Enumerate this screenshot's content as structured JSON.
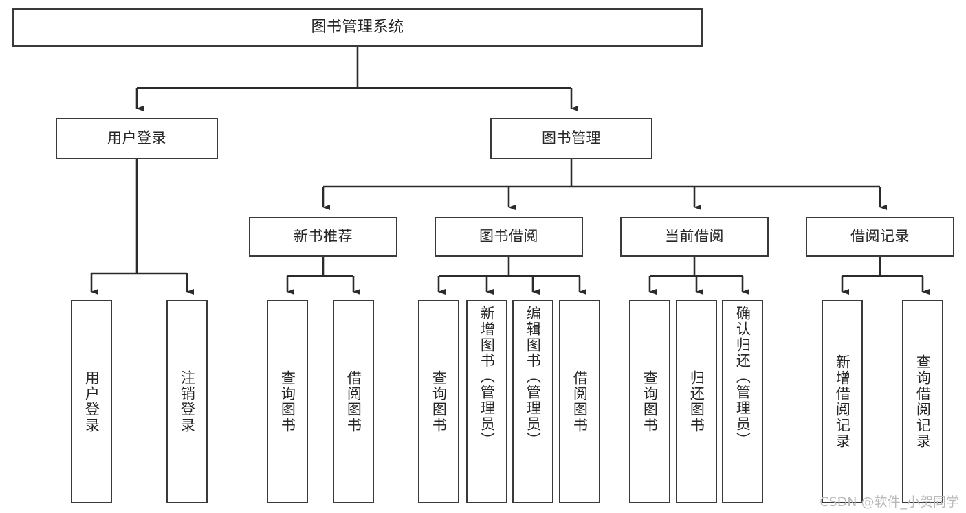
{
  "diagram": {
    "title": "图书管理系统",
    "type": "tree-hierarchy-diagram",
    "colors": {
      "box_border": "#3a3a3a",
      "box_fill": "#ffffff",
      "connector": "#2b2b2b",
      "text": "#262626",
      "watermark": "#b9b9b9",
      "background": "#ffffff"
    },
    "root": {
      "label": "图书管理系统"
    },
    "level2": [
      {
        "label": "用户登录"
      },
      {
        "label": "图书管理"
      }
    ],
    "level3": [
      {
        "label": "新书推荐"
      },
      {
        "label": "图书借阅"
      },
      {
        "label": "当前借阅"
      },
      {
        "label": "借阅记录"
      }
    ],
    "leaves": {
      "user_login": [
        {
          "label": "用户登录"
        },
        {
          "label": "注销登录"
        }
      ],
      "new_book_recommend": [
        {
          "label": "查询图书"
        },
        {
          "label": "借阅图书"
        }
      ],
      "book_borrow": [
        {
          "label": "查询图书"
        },
        {
          "label": "新增图书（管理员）"
        },
        {
          "label": "编辑图书（管理员）"
        },
        {
          "label": "借阅图书"
        }
      ],
      "current_borrow": [
        {
          "label": "查询图书"
        },
        {
          "label": "归还图书"
        },
        {
          "label": "确认归还（管理员）"
        }
      ],
      "borrow_record": [
        {
          "label": "新增借阅记录"
        },
        {
          "label": "查询借阅记录"
        }
      ]
    }
  },
  "watermark": {
    "text": "CSDN @软件_小贺同学"
  }
}
